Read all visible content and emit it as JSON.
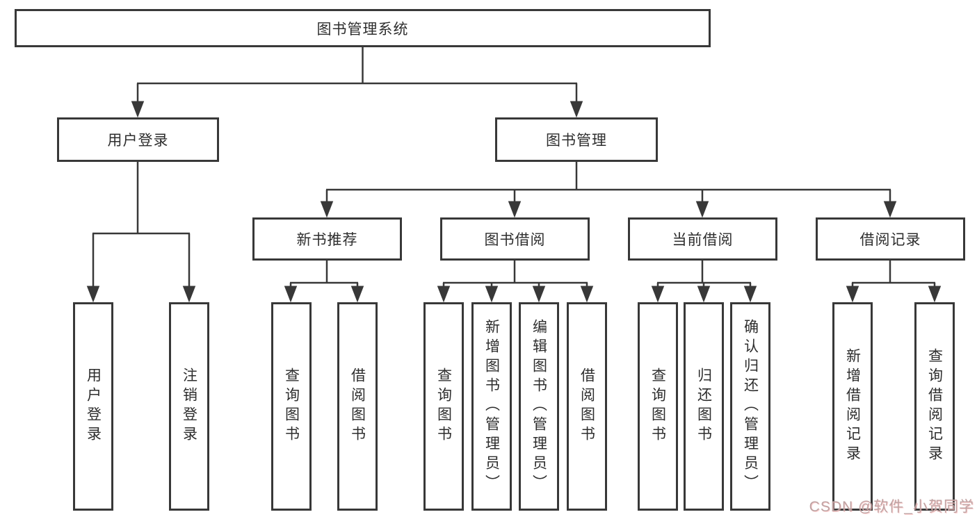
{
  "diagram": {
    "root": "图书管理系统",
    "level2": [
      "用户登录",
      "图书管理"
    ],
    "level3": [
      "新书推荐",
      "图书借阅",
      "当前借阅",
      "借阅记录"
    ],
    "user_login_children": [
      "用户登录",
      "注销登录"
    ],
    "new_book_children": [
      "查询图书",
      "借阅图书"
    ],
    "book_borrow_children": [
      "查询图书",
      "新增图书（管理员）",
      "编辑图书（管理员）",
      "借阅图书"
    ],
    "current_borrow_children": [
      "查询图书",
      "归还图书",
      "确认归还（管理员）"
    ],
    "record_children": [
      "新增借阅记录",
      "查询借阅记录"
    ]
  },
  "watermark": "CSDN @软件_小贺同学",
  "colors": {
    "line": "#383838",
    "text": "#2d2d2d",
    "watermark": "#bfa3a3",
    "background": "#ffffff"
  }
}
